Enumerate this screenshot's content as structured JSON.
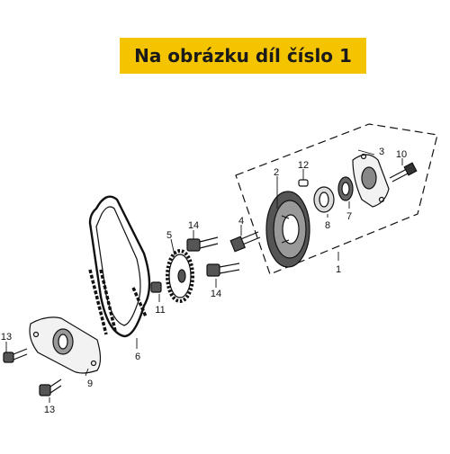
{
  "banner": {
    "text": "Na obrázku díl číslo 1",
    "color": "#f5c400"
  },
  "callouts": [
    "1",
    "2",
    "3",
    "4",
    "5",
    "6",
    "7",
    "8",
    "9",
    "10",
    "11",
    "12",
    "13",
    "13",
    "14",
    "14"
  ],
  "parts": [
    "oil-pump-assembly",
    "pump-body",
    "pump-cover",
    "drive-shaft",
    "pump-sprocket",
    "drive-chain",
    "inner-rotor",
    "outer-rotor",
    "chain-guide-plate",
    "cover-bolt",
    "sprocket-nut",
    "locating-pin",
    "mount-bolt",
    "mount-bolt",
    "pump-bolt",
    "pump-bolt"
  ]
}
